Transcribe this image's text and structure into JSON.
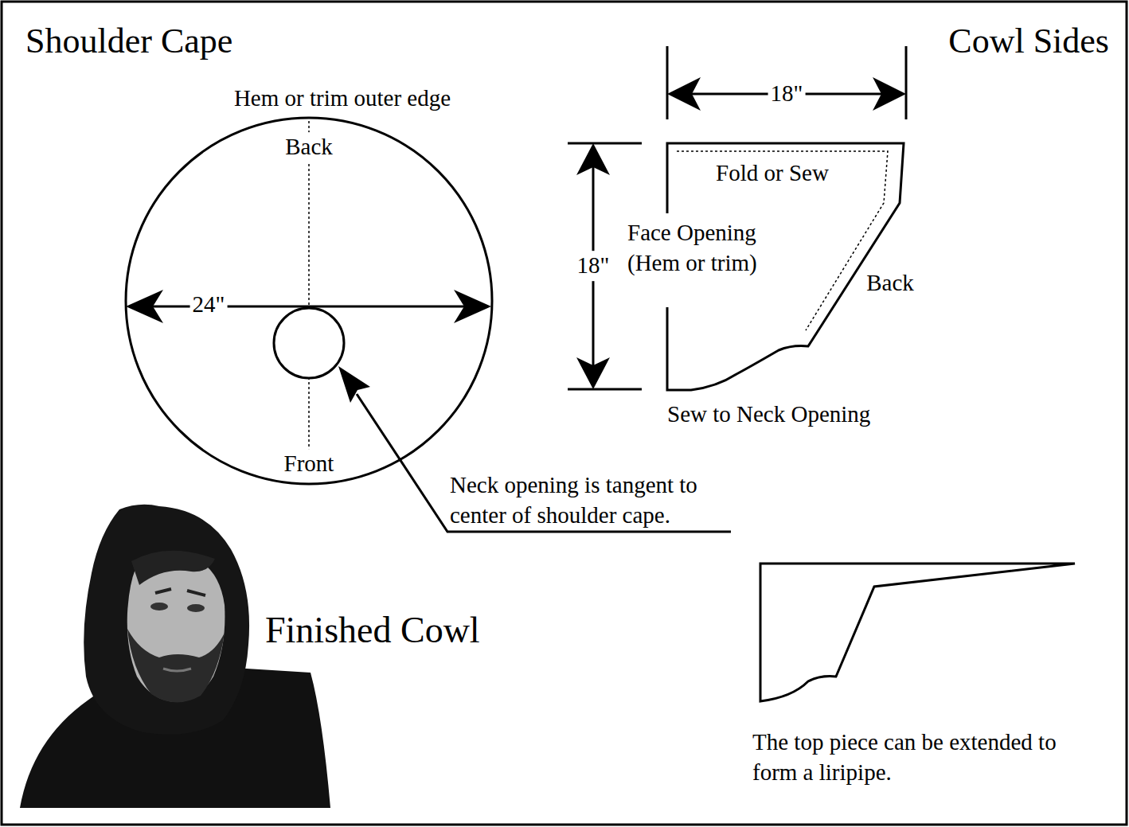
{
  "diagram": {
    "nodes": [
      {
        "text": [
          "Back",
          "24\"",
          "Front"
        ]
      },
      {
        "text": [
          "Fold or Sew",
          "Face Opening (Hem or trim)",
          "Back"
        ]
      }
    ],
    "labels": [
      "Shoulder Cape",
      "Hem or trim outer edge",
      "Cowl Sides",
      "18\"",
      "18\"",
      "Sew to Neck Opening",
      "Neck opening is tangent to center of shoulder cape.",
      "Finished Cowl",
      "The top piece can be extended to form a liripipe."
    ]
  }
}
